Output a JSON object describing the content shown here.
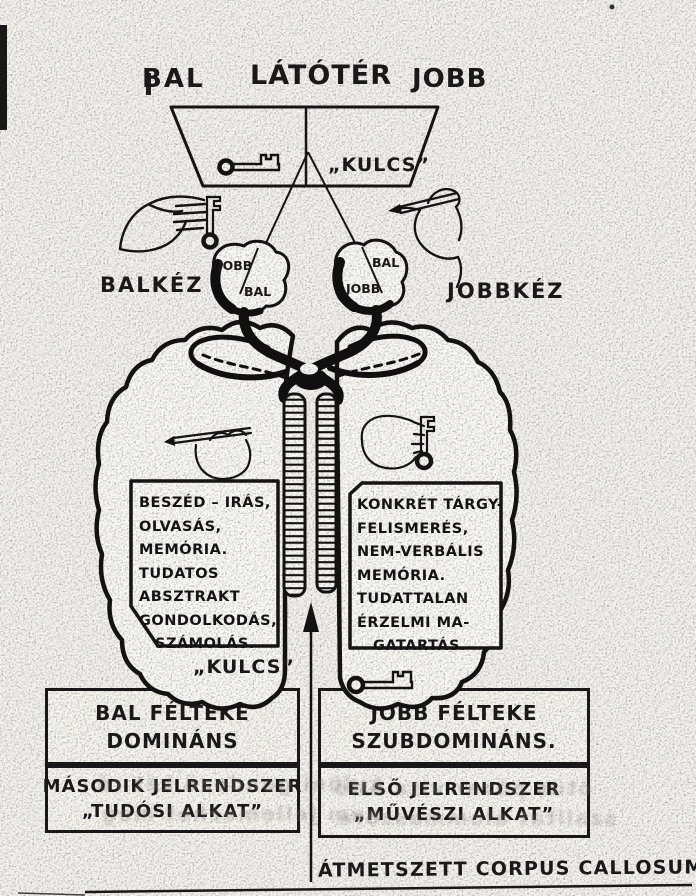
{
  "title": {
    "left_word": "BAL",
    "center_word": "LÁTÓTÉR",
    "right_word": "JOBB"
  },
  "stimulus": {
    "label": "„KULCS”"
  },
  "hand_labels": {
    "left": "BALKÉZ",
    "right": "JOBBKÉZ"
  },
  "eyes": {
    "left_eye": {
      "upper": "JOBB",
      "lower": "BAL"
    },
    "right_eye": {
      "upper": "BAL",
      "lower": "JOBB"
    }
  },
  "left_hemisphere": {
    "functions": [
      "BESZÉD – IRÁS,",
      "OLVASÁS,",
      "MEMÓRIA.",
      "TUDATOS",
      "ABSZTRAKT",
      "GONDOLKODÁS,",
      "SZÁMOLÁS."
    ],
    "stimulus_word": "„KULCS”"
  },
  "right_hemisphere": {
    "functions": [
      "KONKRÉT TÁRGY-",
      "FELISMERÉS,",
      "NEM-VERBÁLIS",
      "MEMÓRIA.",
      "TUDATTALAN",
      "ÉRZELMI MA-",
      "GATARTÁS."
    ]
  },
  "summary_boxes": {
    "left_top": [
      "BAL FÉLTEKE",
      "DOMINÁNS"
    ],
    "left_bottom": [
      "MÁSODIK JELRENDSZER",
      "„TUDÓSI ALKAT”"
    ],
    "right_top": [
      "JOBB FÉLTEKE",
      "SZUBDOMINÁNS."
    ],
    "right_bottom": [
      "ELSŐ JELRENDSZER",
      "„MŰVÉSZI ALKAT”"
    ]
  },
  "caption": "ÁTMETSZETT CORPUS CALLOSUM",
  "colors": {
    "ink": "#1a1a1a",
    "paper": "#f4f3ef"
  },
  "icons": {
    "key": "key-icon",
    "pencil": "pencil-icon",
    "hand": "hand-icon",
    "arrow": "arrow-up-icon"
  },
  "artifacts": {
    "bleedthrough": [
      "kulöni gondozó két rő",
      "nem jellemezhet meg",
      "ötüs pözar vita ötló",
      "szailtat alommaszore"
    ]
  }
}
